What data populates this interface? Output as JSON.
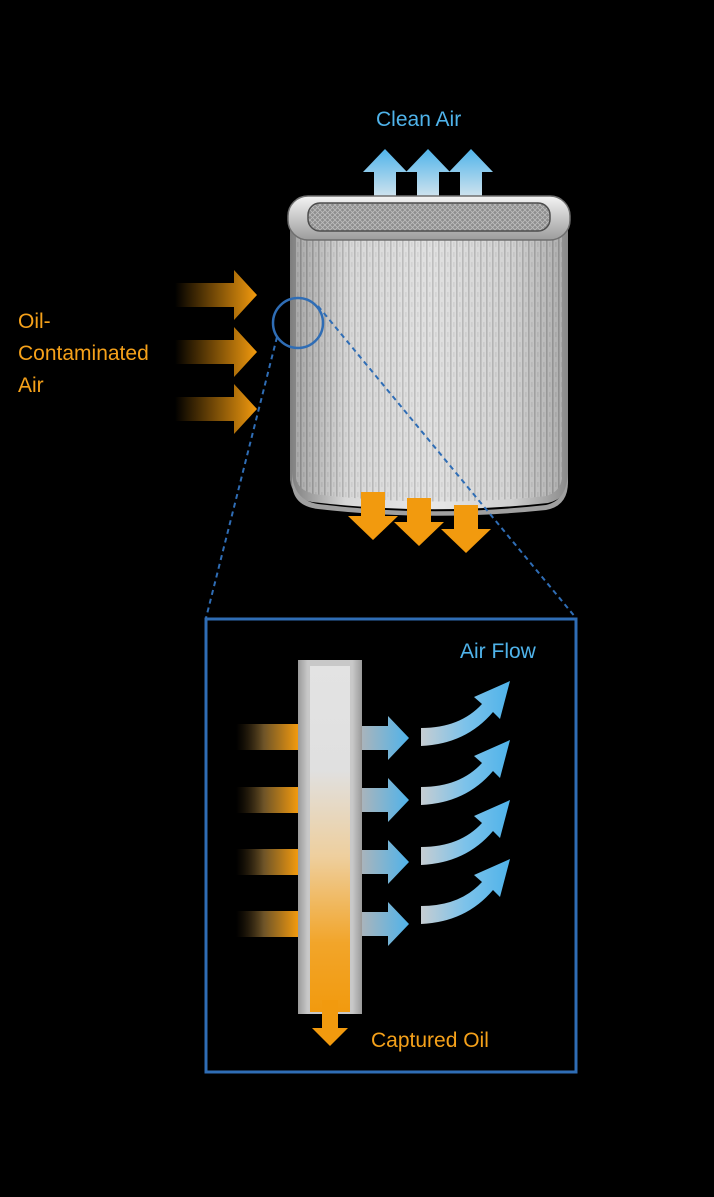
{
  "labels": {
    "clean_air": "Clean Air",
    "oil_contaminated_air": [
      "Oil-",
      "Contaminated",
      "Air"
    ],
    "air_flow": "Air Flow",
    "captured_oil": "Captured Oil"
  },
  "colors": {
    "background": "#000000",
    "oil_orange": "#f29a0e",
    "air_blue": "#4fb3ea",
    "callout_blue": "#2f6db5",
    "filter_media_gray": "#c9c9c9"
  },
  "icons": {
    "inlet_arrow": "orange-right-arrow",
    "outlet_arrow": "blue-up-arrow",
    "drain_arrow": "orange-down-arrow",
    "airflow_arrow": "blue-curved-arrow"
  }
}
